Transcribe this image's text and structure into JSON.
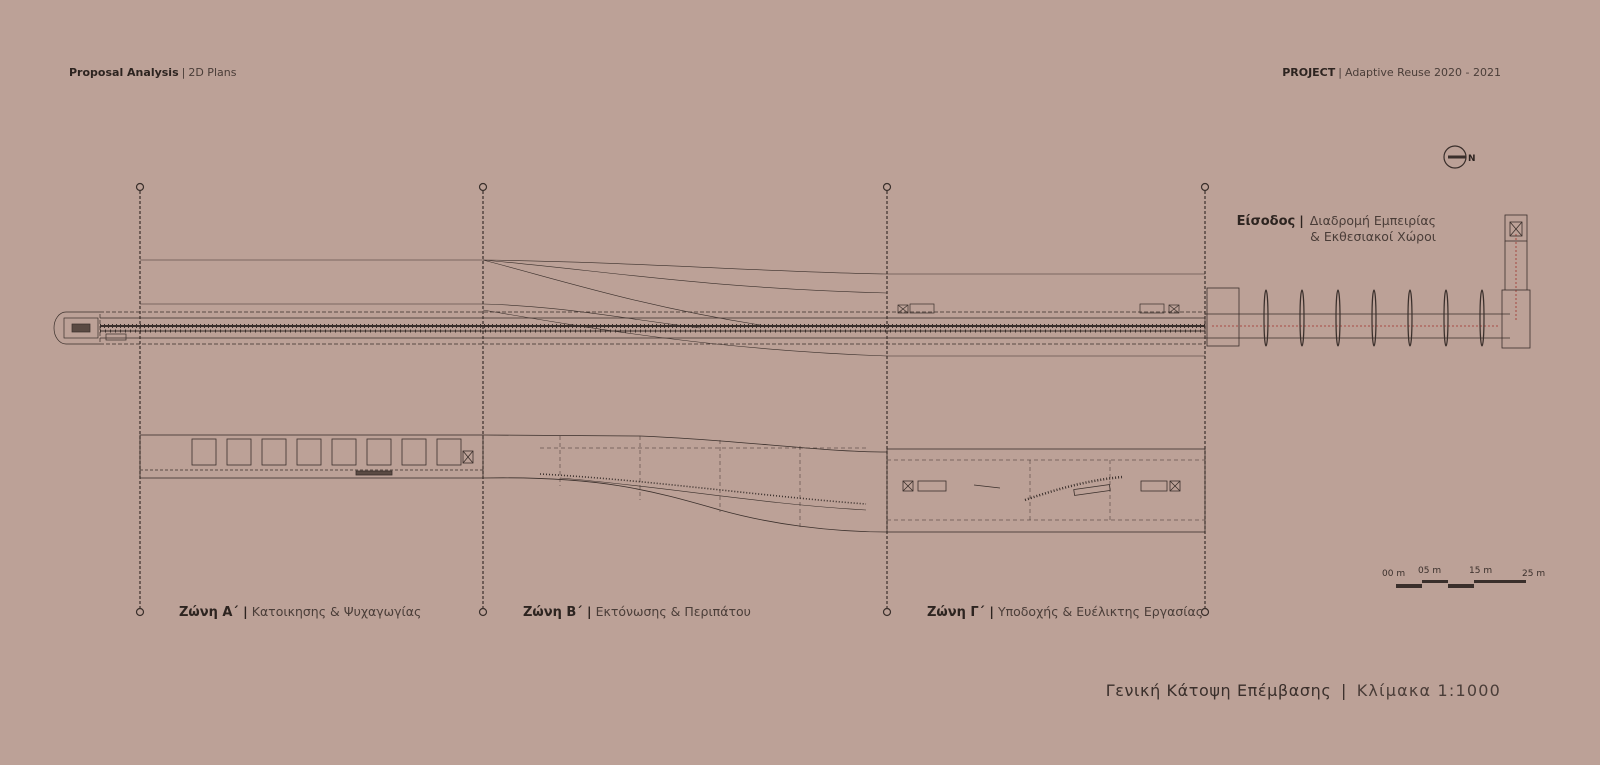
{
  "header": {
    "left_title": "Proposal Analysis",
    "left_subtitle": "2D Plans",
    "right_title": "PROJECT",
    "right_subtitle": "Adaptive Reuse 2020 - 2021",
    "separator": "|"
  },
  "north_arrow": {
    "label": "N"
  },
  "entrance": {
    "name": "Είσοδος",
    "line1": "Διαδρομή Εμπειρίας",
    "line2": "& Εκθεσιακοί Χώροι"
  },
  "zones": [
    {
      "name": "Ζώνη Α΄",
      "description": "Κατοικησης & Ψυχαγωγίας"
    },
    {
      "name": "Ζώνη Β΄",
      "description": "Εκτόνωσης & Περιπάτου"
    },
    {
      "name": "Ζώνη Γ΄",
      "description": "Υποδοχής & Ευέλικτης Εργασίας"
    }
  ],
  "scale_bar": {
    "labels": [
      "00 m",
      "05 m",
      "15 m",
      "25 m"
    ]
  },
  "footer": {
    "title": "Γενική Κάτοψη Επέμβασης",
    "separator": "|",
    "scale": "Κλίμακα 1:1000"
  },
  "colors": {
    "background": "#bca197",
    "line": "#3a2f2b",
    "accent_red": "#a0302a"
  }
}
